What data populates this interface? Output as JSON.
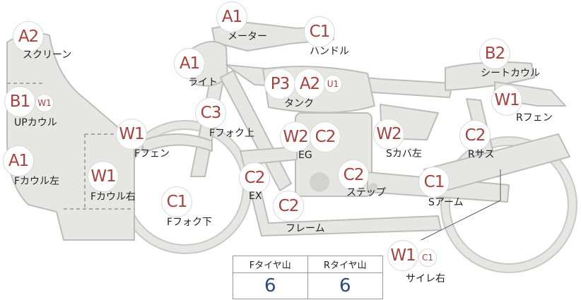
{
  "parts": [
    {
      "id": "screen",
      "label": "スクリーン",
      "grade": "A2",
      "sub": ""
    },
    {
      "id": "meter",
      "label": "メーター",
      "grade": "A1",
      "sub": ""
    },
    {
      "id": "handle",
      "label": "ハンドル",
      "grade": "C1",
      "sub": ""
    },
    {
      "id": "light",
      "label": "ライト",
      "grade": "A1",
      "sub": ""
    },
    {
      "id": "upcowl",
      "label": "UPカウル",
      "grade": "B1",
      "sub": "W1"
    },
    {
      "id": "tank",
      "label": "タンク",
      "grade": "P3",
      "grade2": "A2",
      "sub": "U1"
    },
    {
      "id": "seatcowl",
      "label": "シートカウル",
      "grade": "B2",
      "sub": ""
    },
    {
      "id": "rfender",
      "label": "Rフェン",
      "grade": "W1",
      "sub": ""
    },
    {
      "id": "ffork-up",
      "label": "Fフォク上",
      "grade": "C3",
      "sub": ""
    },
    {
      "id": "ffender",
      "label": "Fフェン",
      "grade": "W1",
      "sub": ""
    },
    {
      "id": "eg",
      "label": "EG",
      "grade": "W2",
      "grade2": "C2",
      "sub": ""
    },
    {
      "id": "scover-left",
      "label": "Sカバ左",
      "grade": "W2",
      "sub": ""
    },
    {
      "id": "rsus",
      "label": "Rサス",
      "grade": "C2",
      "sub": ""
    },
    {
      "id": "fcowl-left",
      "label": "Fカウル左",
      "grade": "A1",
      "sub": ""
    },
    {
      "id": "fcowl-right",
      "label": "Fカウル右",
      "grade": "W1",
      "sub": ""
    },
    {
      "id": "ex",
      "label": "EX",
      "grade": "C2",
      "sub": ""
    },
    {
      "id": "step",
      "label": "ステップ",
      "grade": "C2",
      "sub": ""
    },
    {
      "id": "sarm",
      "label": "Sアーム",
      "grade": "C1",
      "sub": ""
    },
    {
      "id": "ffork-down",
      "label": "Fフォク下",
      "grade": "C1",
      "sub": ""
    },
    {
      "id": "frame",
      "label": "フレーム",
      "grade": "C2",
      "sub": ""
    },
    {
      "id": "silencer-right",
      "label": "サイレ右",
      "grade": "W1",
      "sub": "C1"
    }
  ],
  "tire_table": {
    "headers": [
      "Fタイヤ山",
      "Rタイヤ山"
    ],
    "values": [
      "6",
      "6"
    ]
  },
  "colors": {
    "grade_text": "#a8413e",
    "value_text": "#2e4a7a",
    "bike_fill": "#e6e6e3",
    "bike_stroke": "#bdbdbb"
  }
}
